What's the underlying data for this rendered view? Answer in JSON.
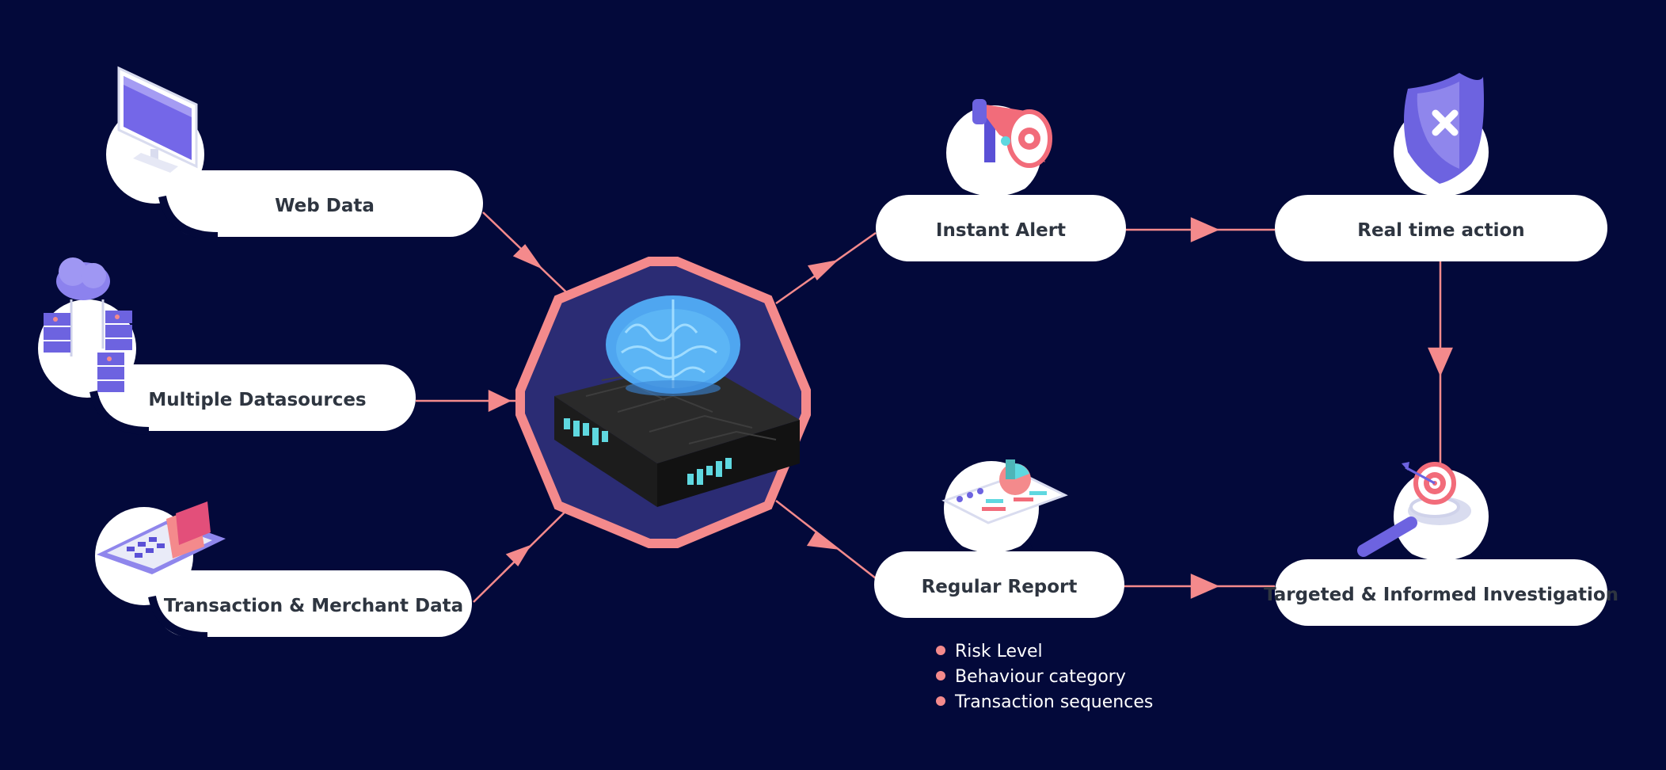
{
  "inputs": {
    "web_data": "Web Data",
    "multiple_datasources": "Multiple Datasources",
    "transaction_merchant": "Transaction & Merchant Data"
  },
  "outputs": {
    "instant_alert": "Instant Alert",
    "real_time_action": "Real time action",
    "regular_report": "Regular Report",
    "targeted_investigation": "Targeted & Informed Investigation"
  },
  "report_items": [
    "Risk Level",
    "Behaviour category",
    "Transaction sequences"
  ],
  "colors": {
    "background": "#03093a",
    "accent": "#f48a8c",
    "pill": "#ffffff",
    "octagon_fill": "#2b2c74",
    "brain": "#4fa6f0",
    "icon_purple": "#6d63e0"
  },
  "icons": [
    "monitor-icon",
    "cloud-servers-icon",
    "card-terminal-icon",
    "brain-chip-icon",
    "megaphone-icon",
    "shield-x-icon",
    "report-chart-icon",
    "target-magnifier-icon"
  ]
}
